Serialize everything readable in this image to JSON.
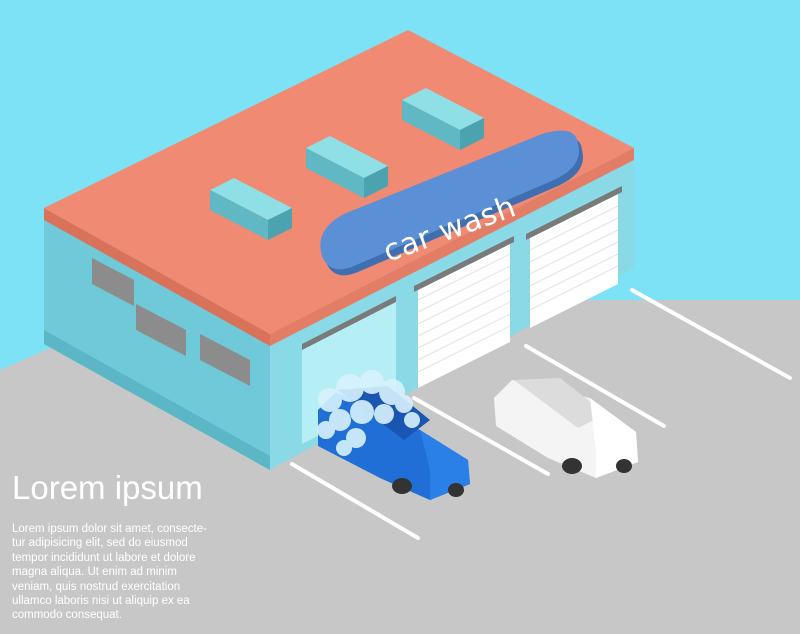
{
  "sign": {
    "text": "car wash"
  },
  "copy": {
    "headline": "Lorem ipsum",
    "body_lines": [
      "Lorem ipsum dolor sit amet, consecte-",
      "tur adipisicing elit, sed do eiusmod",
      "tempor incididunt ut labore et dolore",
      "magna aliqua. Ut enim ad minim",
      "veniam, quis nostrud exercitation",
      "ullamco laboris nisi ut aliquip ex ea",
      "commodo consequat."
    ]
  },
  "colors": {
    "sky": "#7de2f6",
    "ground": "#c7c7c7",
    "roof": "#f08a72",
    "roof_edge": "#d9725b",
    "wall_front": "#7ed3e0",
    "wall_side": "#4bb3c4",
    "sign_fill": "#5b8fd6",
    "sign_edge": "#3f6fb0",
    "car_blue": "#1f6fd6",
    "car_white": "#ffffff",
    "text": "#ffffff"
  }
}
